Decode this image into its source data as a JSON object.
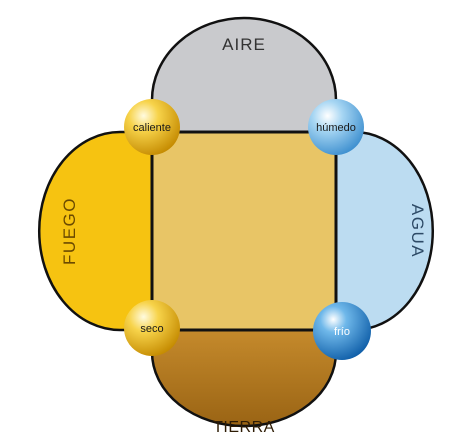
{
  "elements": {
    "air": {
      "label": "AIRE",
      "color": "#c9cacd"
    },
    "fire": {
      "label": "FUEGO",
      "color": "#f6c311"
    },
    "water": {
      "label": "AGUA",
      "color": "#bcdcf1"
    },
    "earth": {
      "label": "TIERRA",
      "color": "#b47a1f"
    }
  },
  "qualities": {
    "hot": {
      "label": "caliente",
      "color": "#f3c524"
    },
    "wet": {
      "label": "húmedo",
      "color": "#7ec2ec"
    },
    "dry": {
      "label": "seco",
      "color": "#f3c524"
    },
    "cold": {
      "label": "frío",
      "color": "#3b95d8"
    }
  },
  "center_color": "#e8c566",
  "outline_color": "#111111"
}
